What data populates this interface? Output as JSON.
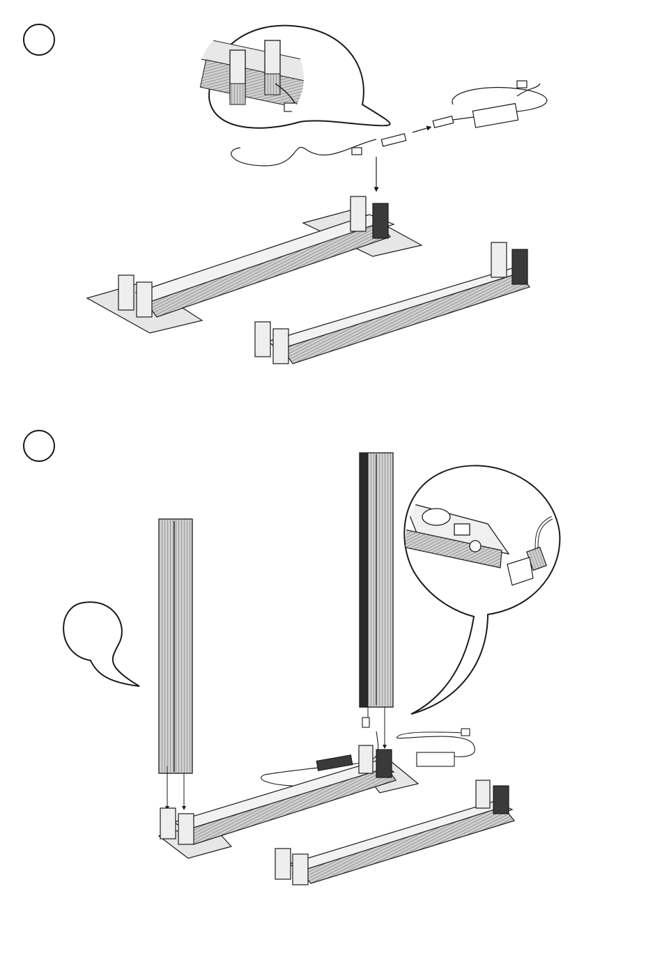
{
  "steps": [
    {
      "number": ""
    },
    {
      "number": ""
    }
  ],
  "colors": {
    "line": "#1a1a1a",
    "rail_fill": "#c9c9c9",
    "rail_dark": "#3a3a3a",
    "base_fill": "#e3e3e3",
    "paper": "#ffffff"
  },
  "icons": [
    "step-number-circle",
    "magnifier-callout",
    "power-adapter",
    "plug",
    "dc-connector",
    "arrow"
  ]
}
